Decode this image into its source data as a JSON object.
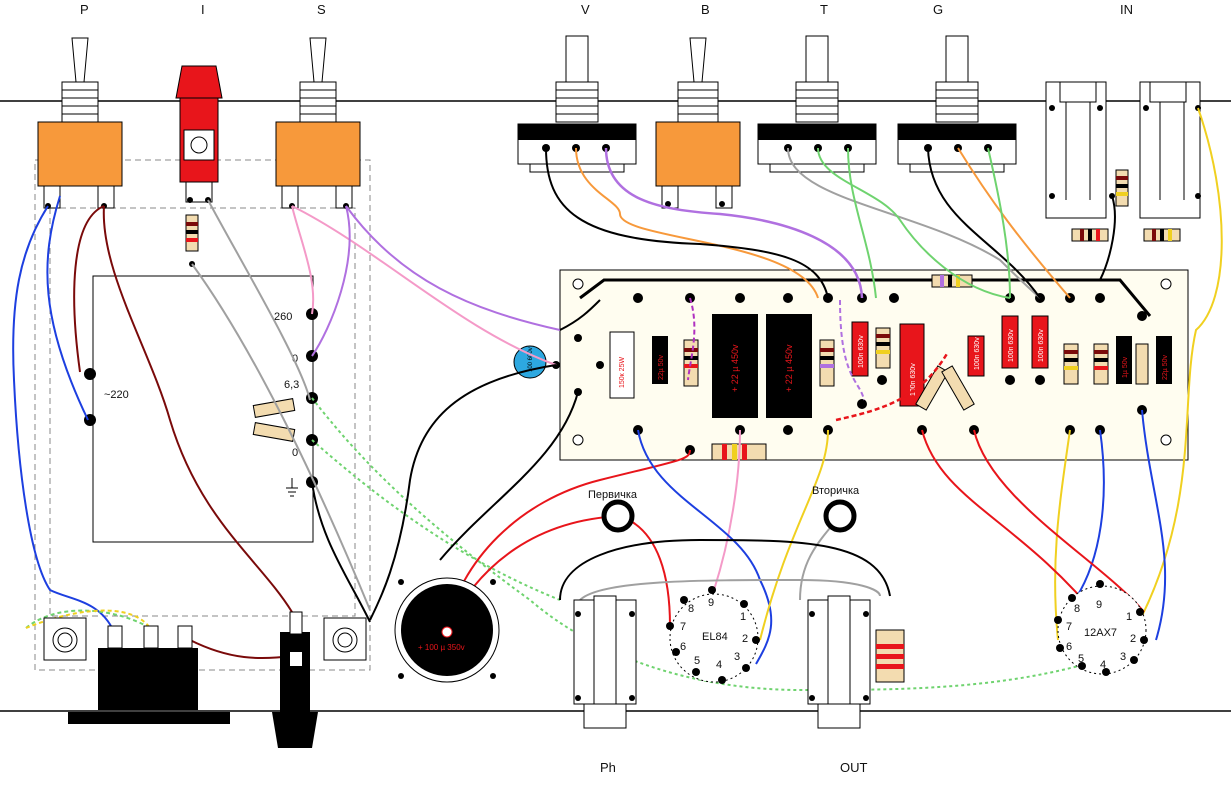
{
  "top_labels": {
    "p": "P",
    "i": "I",
    "s": "S",
    "v": "V",
    "b": "B",
    "t": "T",
    "g": "G",
    "in": "IN"
  },
  "bottom_labels": {
    "ph": "Ph",
    "out": "OUT"
  },
  "transformer_labels": {
    "mains": "~220",
    "tap_260": "260",
    "tap_0a": "0",
    "tap_63": "6,3",
    "tap_0b": "0"
  },
  "output_labels": {
    "primary": "Первичка",
    "secondary": "Вторичка"
  },
  "tubes": {
    "el84": "EL84",
    "ax7": "12AX7",
    "el84_pins": [
      "9",
      "1",
      "2",
      "3",
      "4",
      "5",
      "6",
      "7",
      "8"
    ],
    "ax7_pins": [
      "9",
      "1",
      "2",
      "3",
      "4",
      "5",
      "6",
      "7",
      "8"
    ]
  },
  "caps": {
    "big_filter": "+ 100 µ 350v",
    "filter1": "+ 22 µ 450v",
    "filter2": "+ 22 µ 450v",
    "res_5w": "150к 25W",
    "cap_a": "22µ 50v",
    "cap_b": "22µ 50v",
    "cap_c": "1µ 50v",
    "ceramic": "100 600v",
    "film1": "100n 630v",
    "film2": "100n 630v",
    "film3": "100n 630v",
    "film4": "100n 630v",
    "film5": "100n 630v"
  },
  "colors": {
    "orange": "#f7993b",
    "red": "#e8151b",
    "brown": "#7a0a0a",
    "blue": "#1d3fe0",
    "pink": "#f49ac8",
    "violet": "#b070e0",
    "gray": "#a0a0a0",
    "green": "#6fd36f",
    "yellow": "#f0d020",
    "board": "#fffdf0"
  }
}
